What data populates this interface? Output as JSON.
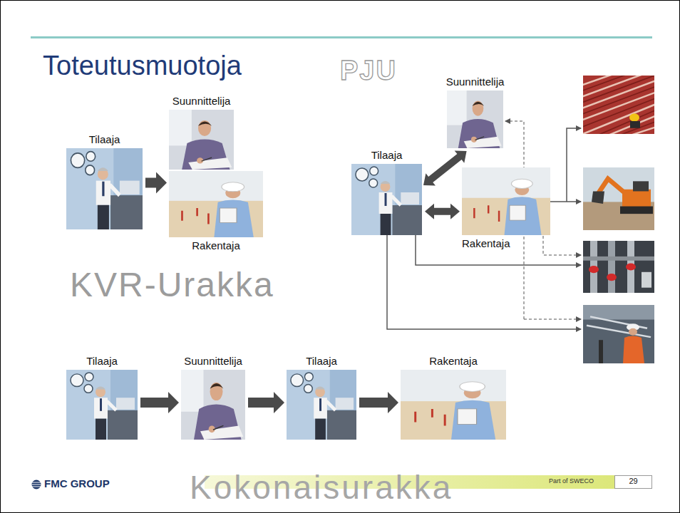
{
  "diagram": {
    "title": "Toteutusmuotoja",
    "nodes": [
      {
        "text": [
          "Tilaaja"
        ]
      },
      {
        "text": [
          "Suunnittelija"
        ]
      },
      {
        "text": [
          "Rakentaja"
        ]
      },
      {
        "text": [
          "Tilaaja"
        ]
      },
      {
        "text": [
          "Suunnittelija"
        ]
      },
      {
        "text": [
          "Rakentaja"
        ]
      },
      {
        "text": [
          "Tilaaja"
        ]
      },
      {
        "text": [
          "Suunnittelija"
        ]
      },
      {
        "text": [
          "Tilaaja"
        ]
      },
      {
        "text": [
          "Rakentaja"
        ]
      }
    ],
    "edges": [
      {
        "from": 0,
        "to": 2,
        "arrow": "to"
      },
      {
        "from": 3,
        "to": 4,
        "arrow": "both"
      },
      {
        "from": 3,
        "to": 5,
        "arrow": "both"
      },
      {
        "from": 6,
        "to": 7,
        "arrow": "to"
      },
      {
        "from": 7,
        "to": 8,
        "arrow": "to"
      },
      {
        "from": 8,
        "to": 9,
        "arrow": "to"
      }
    ],
    "labels": [
      "PJU",
      "KVR-Urakka",
      "Kokonaisurakka",
      "FMC GROUP",
      "Part of SWECO",
      "29"
    ]
  }
}
